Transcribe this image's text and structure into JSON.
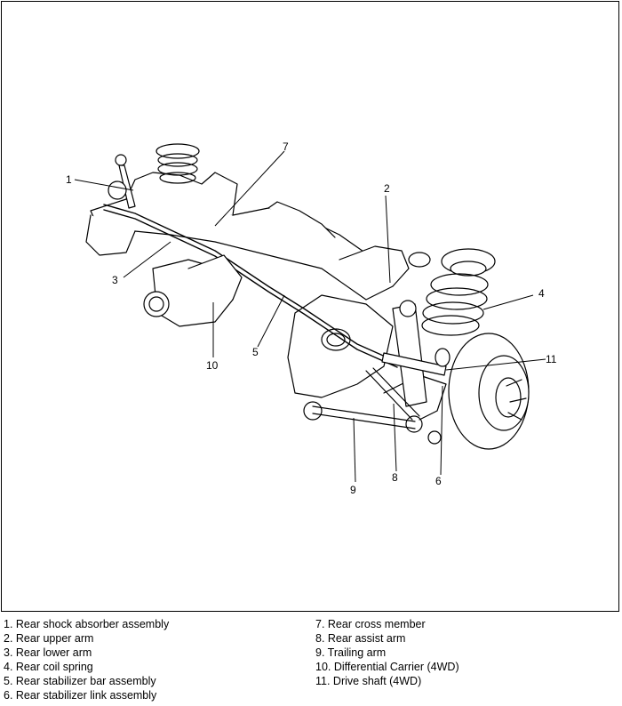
{
  "callouts": {
    "c1": "1",
    "c2": "2",
    "c3": "3",
    "c4": "4",
    "c5": "5",
    "c6": "6",
    "c7": "7",
    "c8": "8",
    "c9": "9",
    "c10": "10",
    "c11": "11"
  },
  "legend": {
    "left": [
      "1. Rear shock absorber assembly",
      "2. Rear upper arm",
      "3. Rear lower arm",
      "4. Rear coil spring",
      "5. Rear stabilizer bar assembly",
      "6. Rear stabilizer link assembly"
    ],
    "right": [
      "7. Rear cross member",
      "8. Rear assist arm",
      "9. Trailing arm",
      "10. Differential Carrier (4WD)",
      "11. Drive shaft (4WD)"
    ]
  }
}
